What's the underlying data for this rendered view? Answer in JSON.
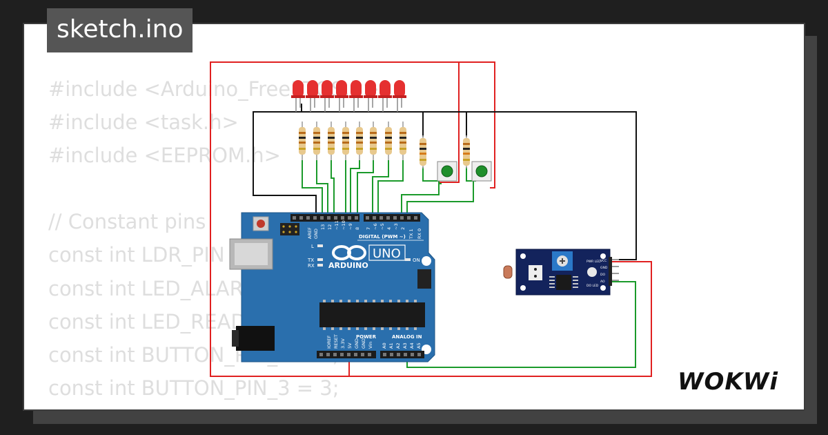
{
  "title": "sketch.ino",
  "code_lines": [
    "#include <Arduino_FreeRTOS.h>",
    "#include <task.h>",
    "#include <EEPROM.h>",
    "",
    "// Constant pins",
    "const int LDR_PIN = A0;",
    "const int LED_ALARM = 12;",
    "const int LED_READY = 13;",
    "const int BUTTON_PIN_2 = 2;",
    "const int BUTTON_PIN_3 = 3;"
  ],
  "arduino": {
    "brand": "ARDUINO",
    "model": "UNO",
    "on_label": "ON",
    "digital_label": "DIGITAL (PWM ~)",
    "power_label": "POWER",
    "analog_label": "ANALOG IN",
    "digital_pins": [
      "AREF",
      "GND",
      "13",
      "12",
      "~11",
      "~10",
      "~9",
      "8",
      "7",
      "~6",
      "~5",
      "4",
      "~3",
      "2",
      "TX 1",
      "RX 0"
    ],
    "power_pins": [
      "IOREF",
      "RESET",
      "3.3V",
      "5V",
      "GND",
      "GND",
      "Vin"
    ],
    "analog_pins": [
      "A0",
      "A1",
      "A2",
      "A3",
      "A4",
      "A5"
    ],
    "led_labels": [
      "L",
      "TX",
      "RX"
    ]
  },
  "ldr_module": {
    "pins": [
      "VCC",
      "GND",
      "DO",
      "AO"
    ],
    "led_labels": [
      "PWR LED",
      "DO LED"
    ]
  },
  "logo_text": "WOKWi",
  "colors": {
    "board": "#2a6fad",
    "wire_red": "#e02020",
    "wire_black": "#111111",
    "wire_green": "#1a9a2a",
    "led": "#e53030",
    "button_cap": "#1f8f2b"
  }
}
